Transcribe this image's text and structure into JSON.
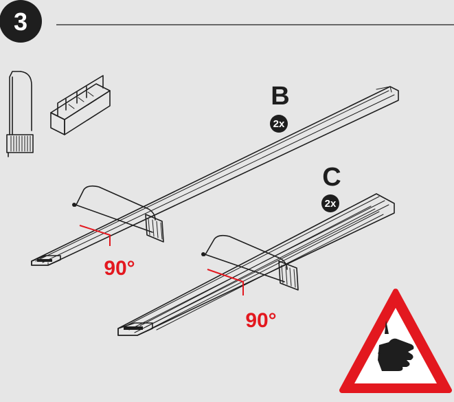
{
  "step": {
    "number": "3"
  },
  "parts": [
    {
      "letter": "B",
      "quantity": "2x"
    },
    {
      "letter": "C",
      "quantity": "2x"
    }
  ],
  "cuts": [
    {
      "angle_label": "90°"
    },
    {
      "angle_label": "90°"
    }
  ],
  "tools": [
    "hacksaw-icon",
    "miter-box-icon"
  ],
  "warning": {
    "icon": "hand-cut-hazard-icon",
    "color": "#e3181f"
  },
  "colors": {
    "background": "#e6e6e6",
    "line": "#1e1e1e",
    "accent": "#e3181f",
    "profile_fill": "#ffffff"
  }
}
